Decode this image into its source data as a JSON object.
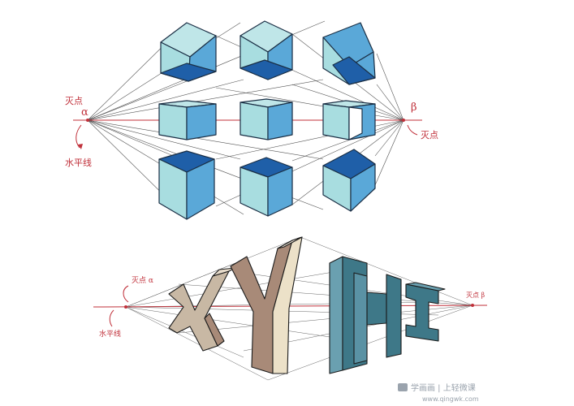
{
  "annotations": {
    "top_left_vp": "灭点",
    "top_left_greek": "α",
    "top_horizon": "水平线",
    "top_right_greek": "β",
    "top_right_vp": "灭点",
    "bottom_left_vp": "灭点 α",
    "bottom_horizon": "水平线",
    "bottom_right_vp": "灭点 β"
  },
  "letters": {
    "x": "X",
    "y": "Y",
    "h": "H",
    "i": "I"
  },
  "watermark": {
    "brand": "学画画 | 上轻微课",
    "url": "www.qingwk.com"
  },
  "colors": {
    "cube_light": "#a8dde0",
    "cube_mid": "#5aa8d8",
    "cube_dark": "#1f5fa8",
    "horizon": "#c0303a",
    "letter_tan": "#c8b8a4",
    "letter_brown": "#a88a78",
    "letter_cream": "#ece1c8",
    "letter_teal": "#3e7888",
    "letter_teal_light": "#6aa0b0"
  }
}
